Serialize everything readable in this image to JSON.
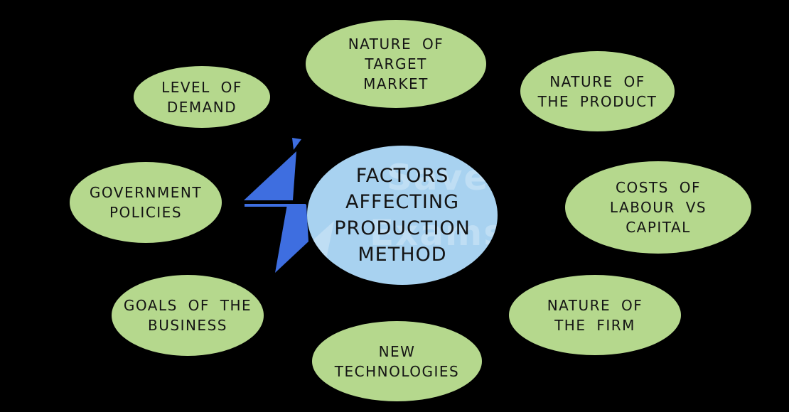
{
  "center_node": {
    "label": "FACTORS\nAFFECTING\nPRODUCTION\nMETHOD"
  },
  "factor_nodes": [
    {
      "id": "level-of-demand",
      "label": "LEVEL OF\nDEMAND"
    },
    {
      "id": "nature-of-target-market",
      "label": "NATURE OF\nTARGET\nMARKET"
    },
    {
      "id": "nature-of-the-product",
      "label": "NATURE OF\nTHE PRODUCT"
    },
    {
      "id": "government-policies",
      "label": "GOVERNMENT\nPOLICIES"
    },
    {
      "id": "costs-of-labour-vs-capital",
      "label": "COSTS OF\nLABOUR VS\nCAPITAL"
    },
    {
      "id": "goals-of-the-business",
      "label": "GOALS OF THE\nBUSINESS"
    },
    {
      "id": "nature-of-the-firm",
      "label": "NATURE OF\nTHE FIRM"
    },
    {
      "id": "new-technologies",
      "label": "NEW\nTECHNOLOGIES"
    }
  ],
  "watermark": {
    "word1": "Save",
    "word2": "Exams"
  },
  "colors": {
    "background": "#000000",
    "factor_node_fill": "#b5d88d",
    "center_node_fill": "#a8d2f0",
    "text": "#141414",
    "logo_bolt_blue": "#3e6ee0",
    "watermark_tint": "rgba(255,255,255,0.27)"
  }
}
